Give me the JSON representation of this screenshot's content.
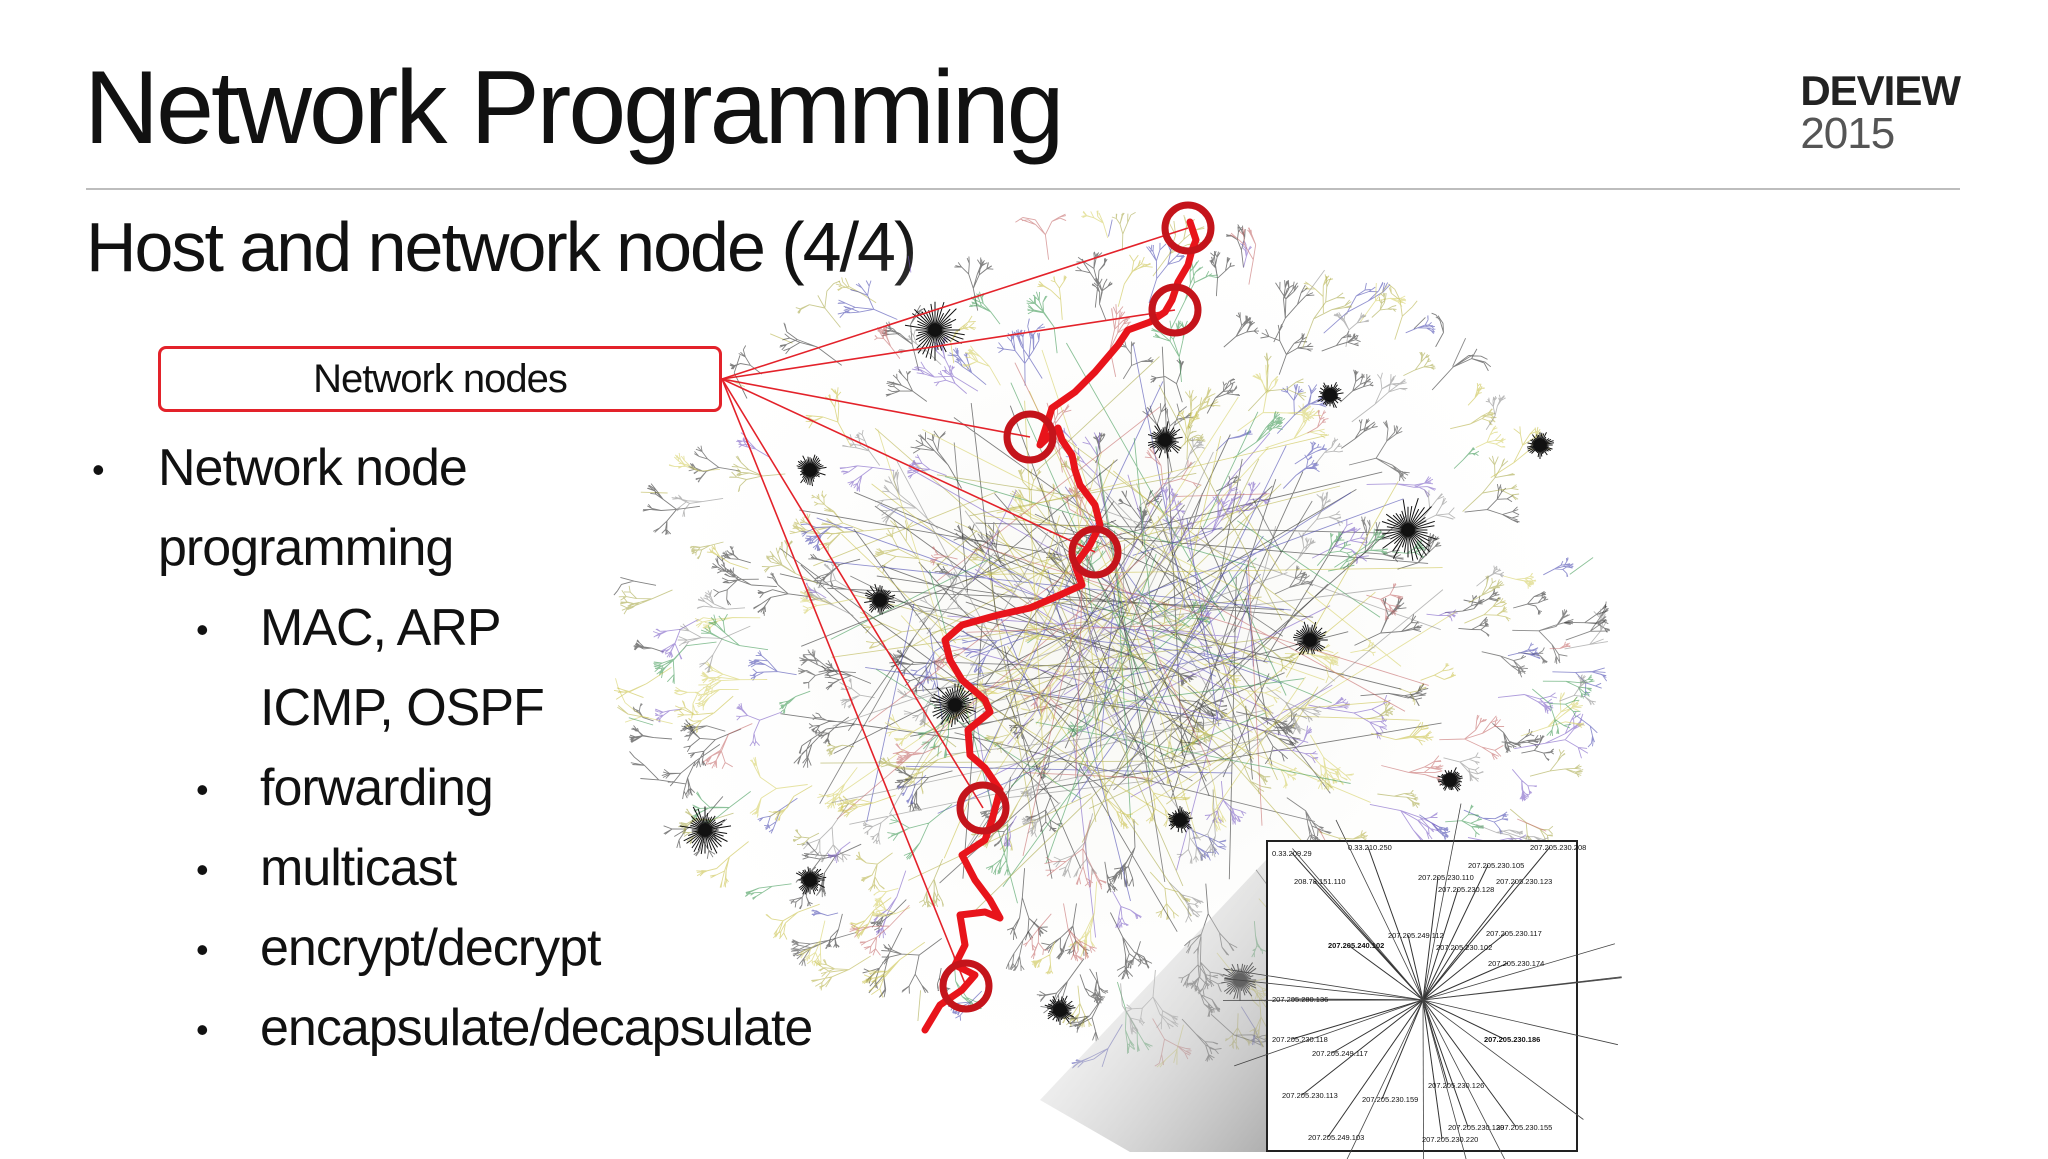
{
  "slide": {
    "title": "Network Programming",
    "subtitle": "Host and network node (4/4)",
    "logo": {
      "line1": "DEVIEW",
      "line2": "2015"
    },
    "callout": "Network nodes",
    "bullets": [
      {
        "text": "Network node"
      },
      {
        "text": "programming"
      },
      {
        "text": "MAC, ARP"
      },
      {
        "text": "ICMP, OSPF"
      },
      {
        "text": "forwarding"
      },
      {
        "text": "multicast"
      },
      {
        "text": "encrypt/decrypt"
      },
      {
        "text": "encapsulate/decapsulate"
      }
    ]
  },
  "colors": {
    "accent": "#e3222a",
    "path": "#e8141b",
    "circle": "#c4141b",
    "rule": "#bdbdbd"
  },
  "inset_labels": [
    "0.33.209.29",
    "0.33.210.250",
    "207.205.230.105",
    "207.205.230.110",
    "207.205.230.128",
    "207.205.230.123",
    "207.205.240.102",
    "207.205.249.112",
    "207.205.230.102",
    "207.205.230.117",
    "207.205.230.174",
    "207.205.280.136",
    "207.205.230.118",
    "207.205.230.186",
    "207.205.249.117",
    "207.205.230.113",
    "207.205.230.126",
    "207.205.230.155",
    "207.205.249.103",
    "207.205.230.220",
    "207.205.230.139",
    "207.205.230.159",
    "208.78.151.110",
    "207.205.230.208"
  ]
}
